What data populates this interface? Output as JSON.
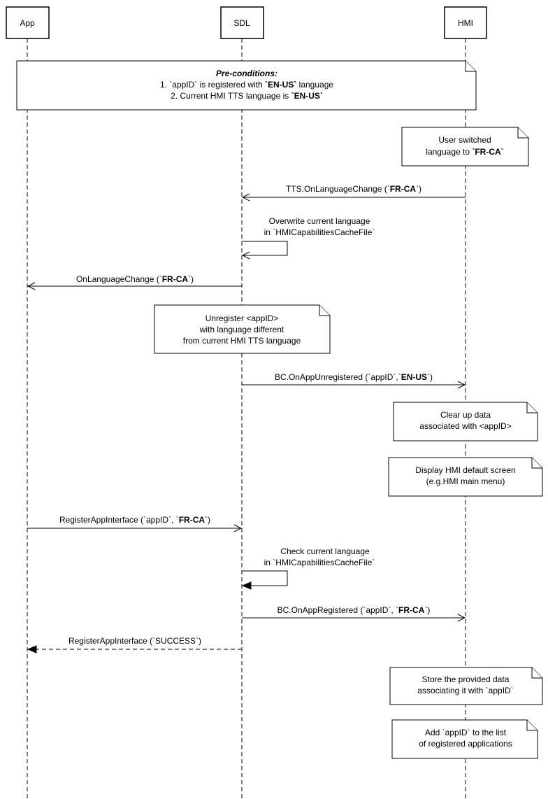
{
  "participants": [
    {
      "id": "app",
      "label": "App"
    },
    {
      "id": "sdl",
      "label": "SDL"
    },
    {
      "id": "hmi",
      "label": "HMI"
    }
  ],
  "notes": {
    "preconditions": {
      "title": "Pre-conditions:",
      "line1_pre": "1. `appID` is registered with ",
      "line1_bold": "`EN-US`",
      "line1_post": " language",
      "line2_pre": "2. Current HMI TTS language is ",
      "line2_bold": "`EN-US`"
    },
    "user_switched": {
      "line1": "User switched",
      "line2_pre": "language to ",
      "line2_bold": "`FR-CA`"
    },
    "unregister": {
      "line1": "Unregister <appID>",
      "line2": "with language different",
      "line3": "from current HMI TTS language"
    },
    "clear_data": {
      "line1": "Clear up data",
      "line2": "associated with <appID>"
    },
    "default_screen": {
      "line1": "Display HMI default screen",
      "line2": "(e.g.HMI main menu)"
    },
    "store_data": {
      "line1": "Store the provided data",
      "line2": "associating it with `appID`"
    },
    "add_app": {
      "line1": "Add `appID` to the list",
      "line2": "of registered applications"
    }
  },
  "messages": {
    "tts_change": {
      "pre": "TTS.OnLanguageChange (`",
      "bold": "FR-CA",
      "post": "`)"
    },
    "overwrite": {
      "line1": "Overwrite current language",
      "line2": "in `HMICapabilitiesCacheFile`"
    },
    "on_lang_change": {
      "pre": "OnLanguageChange (`",
      "bold": "FR-CA",
      "post": "`)"
    },
    "unregistered": {
      "pre": "BC.OnAppUnregistered (`appID`,`",
      "bold": "EN-US",
      "post": "`)"
    },
    "register": {
      "pre": "RegisterAppInterface (`appID`, `",
      "bold": "FR-CA",
      "post": "`)"
    },
    "check_lang": {
      "line1": "Check current language",
      "line2": "in `HMICapabilitiesCacheFile`"
    },
    "registered": {
      "pre": "BC.OnAppRegistered (`appID`, `",
      "bold": "FR-CA",
      "post": "`)"
    },
    "register_resp": {
      "text": "RegisterAppInterface (`SUCCESS`)"
    }
  }
}
